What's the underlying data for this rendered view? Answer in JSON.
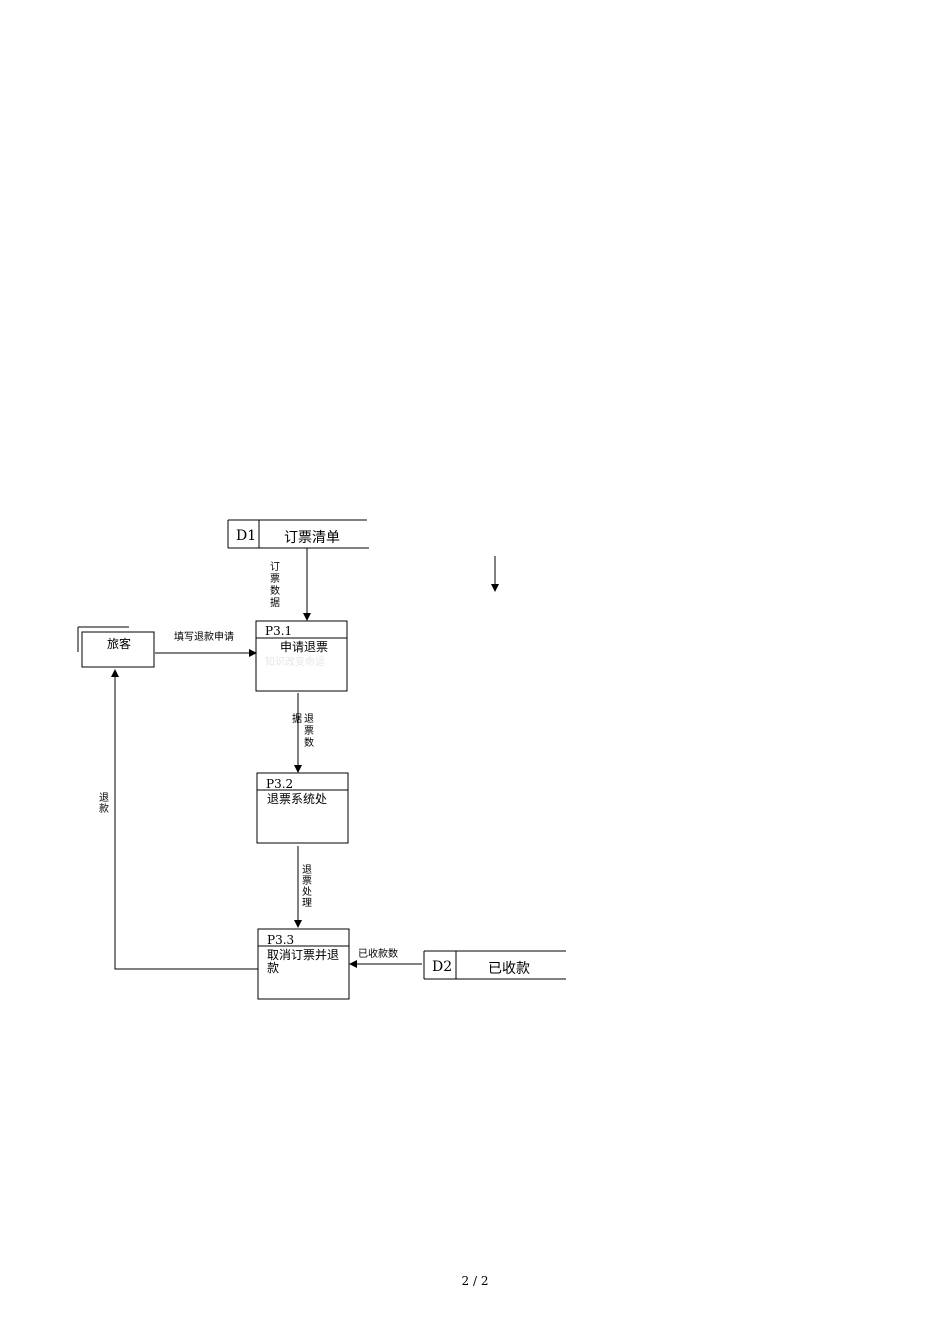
{
  "diagram": {
    "data_stores": [
      {
        "id": "D1",
        "name": "订票清单"
      },
      {
        "id": "D2",
        "name": "已收款"
      }
    ],
    "external_entity": {
      "name": "旅客"
    },
    "processes": [
      {
        "id": "P3.1",
        "name": "申请退票",
        "ghost_text": "知识改变命运"
      },
      {
        "id": "P3.2",
        "name": "退票系统处"
      },
      {
        "id": "P3.3",
        "name_line1": "取消订票并退",
        "name_line2": "款"
      }
    ],
    "flows": {
      "order_data": [
        "订",
        "票",
        "数",
        "据"
      ],
      "refund_application": "填写退款申请",
      "refund_data_left": "据",
      "refund_data_right": [
        "退",
        "票",
        "数"
      ],
      "refund_processing": [
        "退",
        "票",
        "处",
        "理"
      ],
      "refund_to_traveler": [
        "退",
        "款"
      ],
      "received_amount": "已收款数"
    }
  },
  "footer": {
    "page_number": "2 / 2"
  }
}
